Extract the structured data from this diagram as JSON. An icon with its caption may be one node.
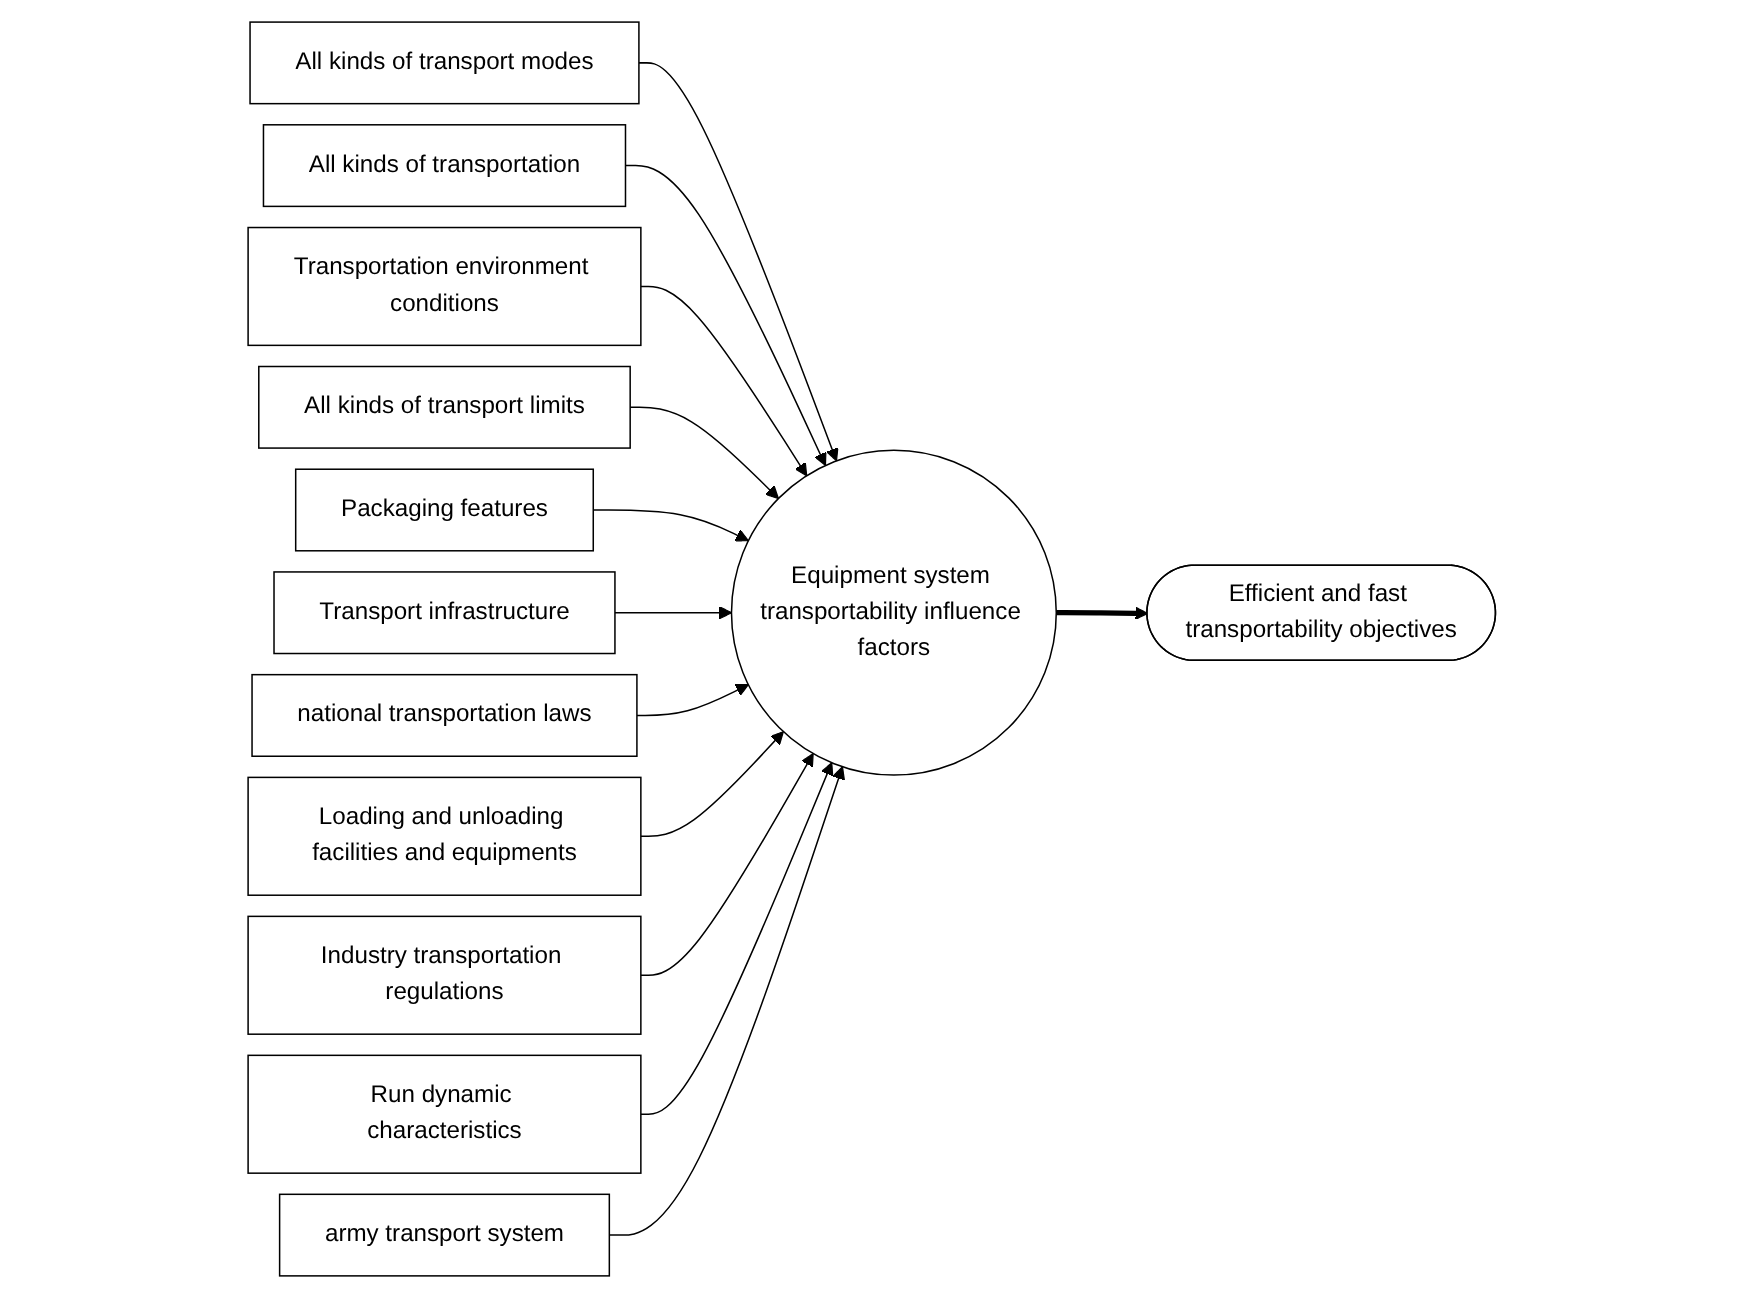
{
  "diagram": {
    "nodes": [
      {
        "text": [
          "All kinds of transport modes"
        ]
      },
      {
        "text": [
          "All kinds of transportation"
        ]
      },
      {
        "text": [
          "Transportation environment conditions"
        ]
      },
      {
        "text": [
          "All kinds of transport limits"
        ]
      },
      {
        "text": [
          "Packaging features"
        ]
      },
      {
        "text": [
          "Transport infrastructure"
        ]
      },
      {
        "text": [
          "national transportation laws"
        ]
      },
      {
        "text": [
          "Loading and unloading facilities and equipments"
        ]
      },
      {
        "text": [
          "Industry transportation regulations"
        ]
      },
      {
        "text": [
          "Run dynamic characteristics"
        ]
      },
      {
        "text": [
          "army transport system"
        ]
      },
      {
        "text": [
          "Equipment system transportability influence factors"
        ]
      },
      {
        "text": [
          "Efficient and fast transportability objectives"
        ]
      }
    ],
    "edges": [
      {
        "from": 0,
        "to": 11,
        "arrow": "to"
      },
      {
        "from": 1,
        "to": 11,
        "arrow": "to"
      },
      {
        "from": 2,
        "to": 11,
        "arrow": "to"
      },
      {
        "from": 3,
        "to": 11,
        "arrow": "to"
      },
      {
        "from": 4,
        "to": 11,
        "arrow": "to"
      },
      {
        "from": 5,
        "to": 11,
        "arrow": "to"
      },
      {
        "from": 6,
        "to": 11,
        "arrow": "to"
      },
      {
        "from": 7,
        "to": 11,
        "arrow": "to"
      },
      {
        "from": 8,
        "to": 11,
        "arrow": "to"
      },
      {
        "from": 9,
        "to": 11,
        "arrow": "to"
      },
      {
        "from": 10,
        "to": 11,
        "arrow": "to"
      },
      {
        "from": 11,
        "to": 12,
        "arrow": "to",
        "style": "thick"
      }
    ]
  }
}
